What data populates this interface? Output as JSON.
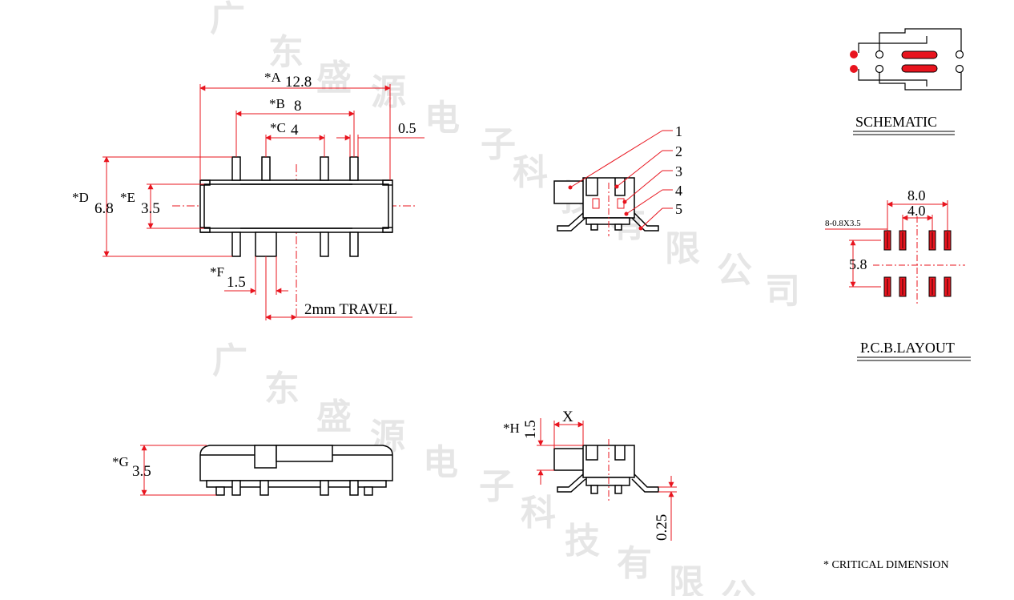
{
  "watermark": {
    "line1": [
      "广",
      "东",
      "盛",
      "源",
      "电",
      "子",
      "科",
      "技",
      "有",
      "限",
      "公",
      "司"
    ],
    "line2": [
      "广",
      "东",
      "盛",
      "源",
      "电",
      "子",
      "科",
      "技",
      "有",
      "限",
      "公"
    ]
  },
  "top_view": {
    "dim_a": {
      "label": "*A",
      "value": "12.8"
    },
    "dim_b": {
      "label": "*B",
      "value": "8"
    },
    "dim_c": {
      "label": "*C",
      "value": "4"
    },
    "dim_pin_width": "0.5",
    "dim_d": {
      "label": "*D",
      "value": "6.8"
    },
    "dim_e": {
      "label": "*E",
      "value": "3.5"
    },
    "dim_f": {
      "label": "*F",
      "value": "1.5"
    },
    "travel": "2mm TRAVEL"
  },
  "side_view": {
    "callouts": [
      "1",
      "2",
      "3",
      "4",
      "5"
    ]
  },
  "front_view": {
    "dim_g": {
      "label": "*G",
      "value": "3.5"
    }
  },
  "end_view": {
    "dim_h": {
      "label": "*H",
      "value": "1.5"
    },
    "dim_x": "X",
    "dim_lead": "0.25"
  },
  "schematic": {
    "title": "SCHEMATIC"
  },
  "pcb_layout": {
    "title": "P.C.B.LAYOUT",
    "pad_note": "8-0.8X3.5",
    "dim_outer": "8.0",
    "dim_inner": "4.0",
    "dim_row": "5.8"
  },
  "footnote": "* CRITICAL  DIMENSION",
  "colors": {
    "line": "#000000",
    "dimension": "#e8141e",
    "watermark": "#e6e6e6"
  }
}
